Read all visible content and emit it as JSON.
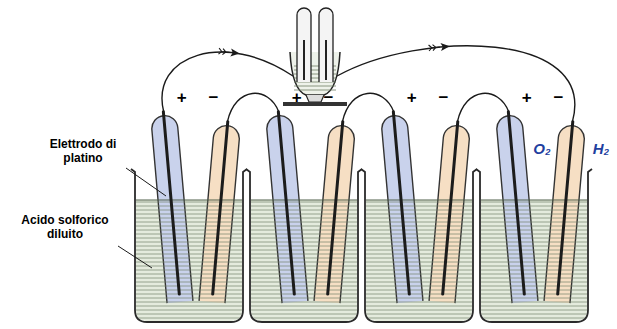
{
  "diagram": {
    "labels": [
      "+",
      "−",
      "+",
      "−",
      "+",
      "−",
      "+",
      "−",
      "O₂",
      "H₂",
      "Elettrodo di platino",
      "Acido solforico diluito"
    ]
  }
}
